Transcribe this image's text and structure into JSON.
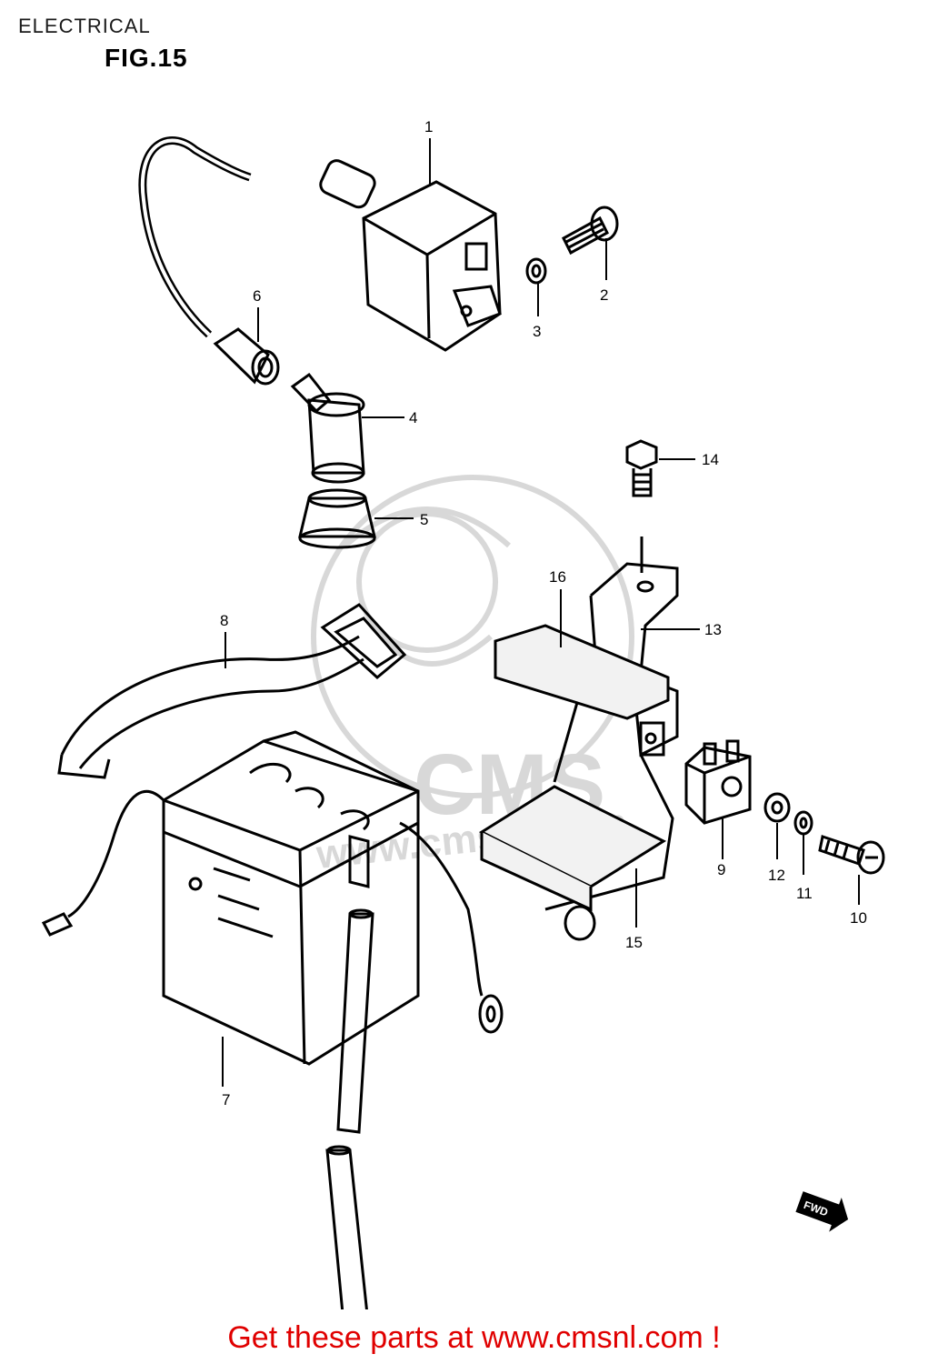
{
  "header": {
    "section": "ELECTRICAL",
    "figure": "FIG.15"
  },
  "callouts": [
    {
      "id": "1",
      "label": "1"
    },
    {
      "id": "2",
      "label": "2"
    },
    {
      "id": "3",
      "label": "3"
    },
    {
      "id": "4",
      "label": "4"
    },
    {
      "id": "5",
      "label": "5"
    },
    {
      "id": "6",
      "label": "6"
    },
    {
      "id": "7",
      "label": "7"
    },
    {
      "id": "8",
      "label": "8"
    },
    {
      "id": "9",
      "label": "9"
    },
    {
      "id": "10",
      "label": "10"
    },
    {
      "id": "11",
      "label": "11"
    },
    {
      "id": "12",
      "label": "12"
    },
    {
      "id": "13",
      "label": "13"
    },
    {
      "id": "14",
      "label": "14"
    },
    {
      "id": "15",
      "label": "15"
    },
    {
      "id": "16",
      "label": "16"
    }
  ],
  "fwd_marker": "FWD",
  "watermark": {
    "logo_text": "CMS",
    "url_text": "www.cmsnl.com",
    "color": "#d8d8d8"
  },
  "footer": {
    "text": "Get these parts at www.cmsnl.com !",
    "color": "#e00000"
  }
}
